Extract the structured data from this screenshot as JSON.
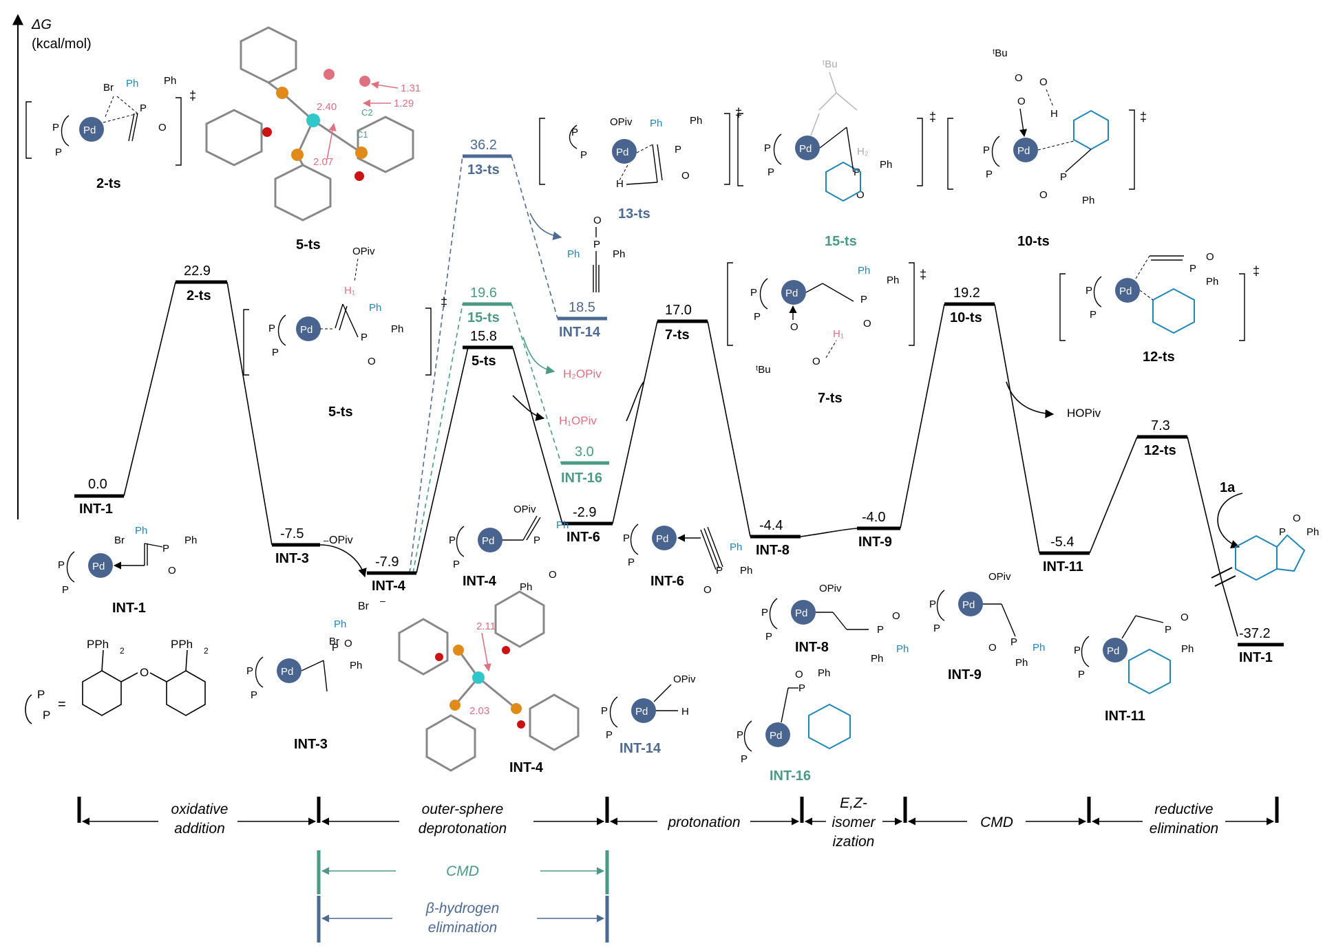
{
  "axis": {
    "symbol": "ΔG",
    "unit": "(kcal/mol)"
  },
  "colors": {
    "main": "#000000",
    "cmd_green": "#4a9a86",
    "bhe_blue": "#4c6a94",
    "pd": "#4a6490",
    "ph_blue": "#1f86b8",
    "pink": "#e07080",
    "gray": "#bbbbbb"
  },
  "levels": [
    {
      "id": "INT-1",
      "value": "0.0",
      "color": "main"
    },
    {
      "id": "2-ts",
      "value": "22.9",
      "color": "main"
    },
    {
      "id": "INT-3",
      "value": "-7.5",
      "color": "main"
    },
    {
      "id": "INT-4",
      "value": "-7.9",
      "color": "main"
    },
    {
      "id": "5-ts",
      "value": "15.8",
      "color": "main"
    },
    {
      "id": "INT-6",
      "value": "-2.9",
      "color": "main"
    },
    {
      "id": "7-ts",
      "value": "17.0",
      "color": "main"
    },
    {
      "id": "INT-8",
      "value": "-4.4",
      "color": "main"
    },
    {
      "id": "INT-9",
      "value": "-4.0",
      "color": "main"
    },
    {
      "id": "10-ts",
      "value": "19.2",
      "color": "main"
    },
    {
      "id": "INT-11",
      "value": "-5.4",
      "color": "main"
    },
    {
      "id": "12-ts",
      "value": "7.3",
      "color": "main"
    },
    {
      "id": "INT-1",
      "value": "-37.2",
      "color": "main"
    },
    {
      "id": "15-ts",
      "value": "19.6",
      "color": "cmd_green"
    },
    {
      "id": "INT-16",
      "value": "3.0",
      "color": "cmd_green"
    },
    {
      "id": "13-ts",
      "value": "36.2",
      "color": "bhe_blue"
    },
    {
      "id": "INT-14",
      "value": "18.5",
      "color": "bhe_blue"
    }
  ],
  "released": {
    "opiv_anion": "OPiv",
    "minus": "–",
    "br": "Br",
    "h1opiv": "H₁OPiv",
    "h2opiv": "H₂OPiv",
    "hopiv": "HOPiv",
    "reagent": "1a"
  },
  "captions": {
    "ts2": "2-ts",
    "ts5_3d": "5-ts",
    "ts5": "5-ts",
    "ts13": "13-ts",
    "ts15": "15-ts",
    "ts10": "10-ts",
    "ts7": "7-ts",
    "ts12": "12-ts",
    "int1": "INT-1",
    "int3": "INT-3",
    "int4_3d": "INT-4",
    "int4": "INT-4",
    "int6": "INT-6",
    "int14": "INT-14",
    "int8": "INT-8",
    "int9": "INT-9",
    "int11": "INT-11",
    "int16": "INT-16"
  },
  "ligand_key": {
    "lhs_p1": "P",
    "lhs_p2": "P",
    "equals": "=",
    "pph2": "PPh",
    "sub2": "2",
    "o": "O"
  },
  "distances": {
    "d1": "1.31",
    "d2": "1.29",
    "d3": "2.40",
    "d4": "2.07",
    "c1": "C1",
    "c2": "C2",
    "d5": "2.11",
    "d6": "2.03"
  },
  "phases": {
    "row1": [
      "oxidative",
      "addition",
      "outer-sphere",
      "deprotonation",
      "protonation",
      "E,Z-",
      "isomer",
      "ization",
      "CMD",
      "reductive",
      "elimination"
    ],
    "row2": "CMD",
    "row3": [
      "β-hydrogen",
      "elimination"
    ]
  },
  "atoms": {
    "pd": "Pd",
    "p": "P",
    "o": "O",
    "ph": "Ph",
    "br": "Br",
    "opiv": "OPiv",
    "h": "H",
    "h1": "H₁",
    "h2": "H₂",
    "tbu": "ᵗBu",
    "dagger": "‡"
  }
}
